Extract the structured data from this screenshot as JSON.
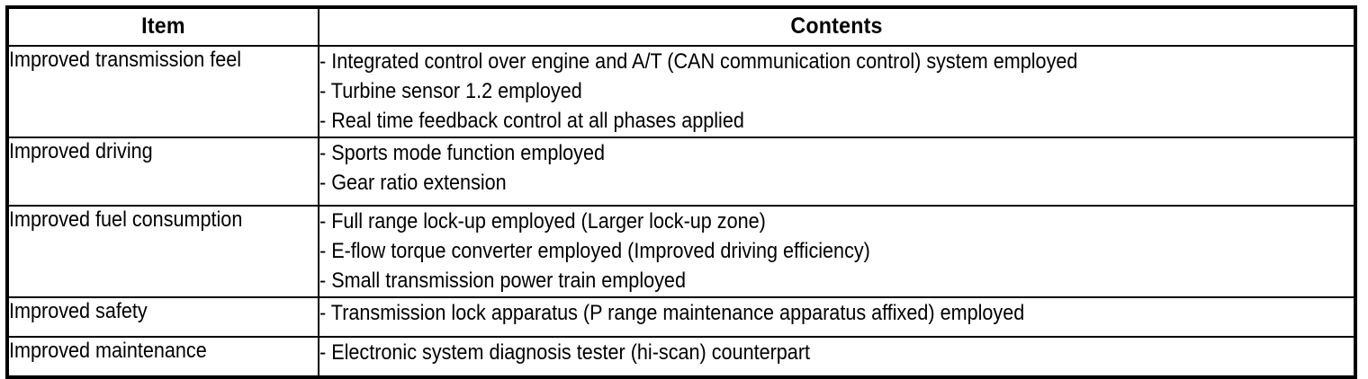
{
  "table": {
    "headers": {
      "item": "Item",
      "contents": "Contents"
    },
    "rows": [
      {
        "item": "Improved transmission feel",
        "contents": [
          "- Integrated control over engine and A/T (CAN communication control) system employed",
          "- Turbine sensor 1.2 employed",
          "- Real time feedback control at all phases applied"
        ]
      },
      {
        "item": "Improved driving",
        "contents": [
          "- Sports mode function employed",
          "- Gear ratio extension"
        ]
      },
      {
        "item": "Improved fuel consumption",
        "contents": [
          "- Full range lock-up employed (Larger lock-up zone)",
          "- E-flow torque converter employed (Improved driving efficiency)",
          "- Small transmission power train employed"
        ]
      },
      {
        "item": "Improved safety",
        "contents": [
          "- Transmission lock apparatus (P range maintenance apparatus affixed) employed"
        ]
      },
      {
        "item": "Improved maintenance",
        "contents": [
          "- Electronic system diagnosis tester (hi-scan) counterpart"
        ]
      }
    ]
  },
  "style": {
    "border_color": "#000000",
    "text_color": "#000000",
    "background_color": "#ffffff"
  }
}
